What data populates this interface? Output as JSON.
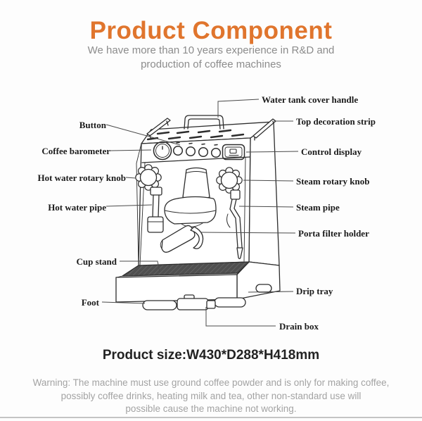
{
  "page": {
    "title": "Product Component",
    "subtitle": [
      "We have more than 10 years experience in R&D and",
      "production of coffee machines"
    ]
  },
  "labels": {
    "left": [
      "Button",
      "Coffee barometer",
      "Hot water rotary knob",
      "Hot water pipe",
      "Cup stand",
      "Foot"
    ],
    "right": [
      "Water tank cover handle",
      "Top decoration strip",
      "Control display",
      "Steam rotary knob",
      "Steam pipe",
      "Porta filter holder",
      "Drip tray",
      "Drain box"
    ]
  },
  "footer": {
    "product_size": "Product size:W430*D288*H418mm",
    "warning": [
      "Warning: The machine must use ground coffee powder and is only for making coffee,",
      "possibly coffee drinks, heating milk and tea, other non-standard use will",
      "possible cause the machine not working."
    ]
  },
  "colors": {
    "accent_orange": "#e0752d",
    "subtitle_gray": "#8c8c8c",
    "warning_gray": "#a3a3a3",
    "label_ink": "#1b1b1b",
    "line_art": "#2d2d2d",
    "tray_fill": "#4f4f4f"
  }
}
